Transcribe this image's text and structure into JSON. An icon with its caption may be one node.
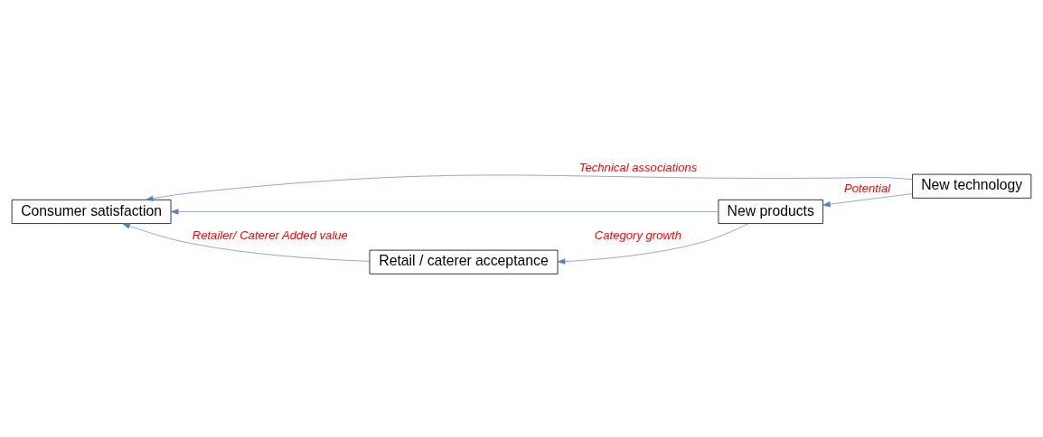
{
  "diagram": {
    "nodes": [
      {
        "text": [
          "Consumer satisfaction"
        ]
      },
      {
        "text": [
          "New technology"
        ]
      },
      {
        "text": [
          "New products"
        ]
      },
      {
        "text": [
          "Retail / caterer acceptance"
        ]
      }
    ],
    "edges": [
      {
        "from": 1,
        "to": 0,
        "arrow": "to",
        "label": "Technical associations"
      },
      {
        "from": 1,
        "to": 2,
        "arrow": "to",
        "label": "Potential"
      },
      {
        "from": 2,
        "to": 0,
        "arrow": "to"
      },
      {
        "from": 2,
        "to": 3,
        "arrow": "to",
        "label": "Category growth"
      },
      {
        "from": 3,
        "to": 0,
        "arrow": "to",
        "label": "Retailer/ Caterer Added value"
      }
    ]
  }
}
